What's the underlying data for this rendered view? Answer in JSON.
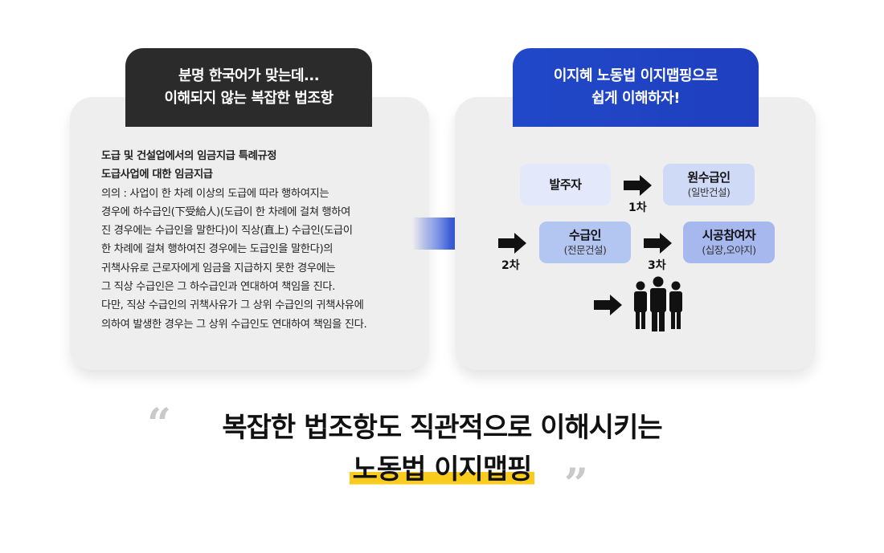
{
  "left_panel": {
    "tab_line1": "분명 한국어가 맞는데...",
    "tab_line2": "이해되지 않는 복잡한 법조항",
    "heading1": "도급 및 건설업에서의 임금지급 특례규정",
    "heading2": "도급사업에 대한 임금지급",
    "body_lines": [
      "의의 : 사업이 한 차례 이상의 도급에 따라 행하여지는",
      "경우에 하수급인(下受給人)(도급이 한 차례에 걸쳐 행하여",
      "진 경우에는 수급인을 말한다)이 직상(直上) 수급인(도급이",
      "한 차례에 걸쳐 행하여진 경우에는 도급인을 말한다)의",
      "귀책사유로 근로자에게 임금을 지급하지 못한 경우에는",
      "그 직상 수급인은 그 하수급인과 연대하여 책임을 진다.",
      "다만, 직상 수급인의 귀책사유가 그 상위 수급인의 귀책사유에",
      "의하여 발생한 경우는 그 상위 수급인도 연대하여 책임을 진다."
    ]
  },
  "right_panel": {
    "tab_line1": "이지혜 노동법 이지맵핑으로",
    "tab_line2": "쉽게 이해하자!",
    "nodes": {
      "orderer": {
        "name": "발주자"
      },
      "prime": {
        "name": "원수급인",
        "sub": "(일반건설)"
      },
      "contractor": {
        "name": "수급인",
        "sub": "(전문건설)"
      },
      "subcontractor": {
        "name": "시공참여자",
        "sub": "(십장,오야지)"
      }
    },
    "step_labels": {
      "first": "1차",
      "second": "2차",
      "third": "3차"
    }
  },
  "quote": {
    "open_mark": "“",
    "close_mark": "”",
    "line1": "복잡한 법조항도 직관적으로 이해시키는",
    "line2": "노동법 이지맵핑"
  },
  "colors": {
    "dark_tab": "#2b2b2b",
    "blue_tab": "#1f3fbf",
    "highlight": "#f8cb1c",
    "card_bg": "#eeeeee"
  },
  "icons": [
    "flow-arrow-icon",
    "workers-group-icon"
  ]
}
